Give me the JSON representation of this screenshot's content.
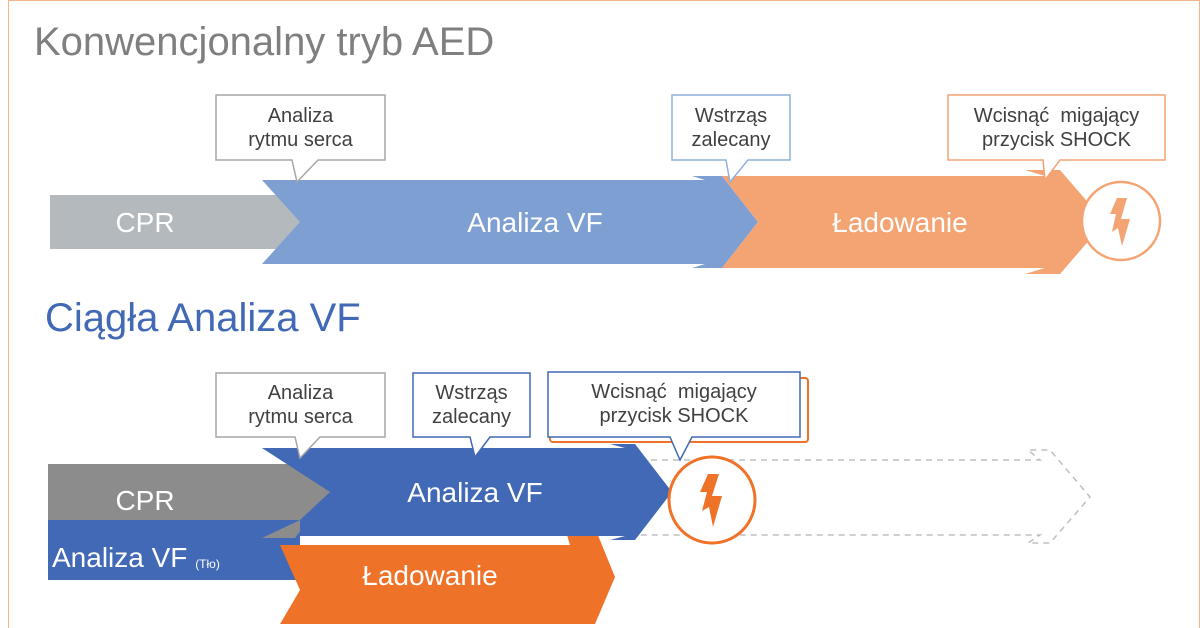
{
  "colors": {
    "gray": "#b4b9bd",
    "dark_gray": "#8c8c8c",
    "light_blue": "#7e9fd2",
    "blue": "#4169b5",
    "orange_light": "#f4a373",
    "orange": "#ef7229",
    "frame": "#f2b48a"
  },
  "conventional": {
    "title": "Konwencjonalny tryb AED",
    "cpr": "CPR",
    "analysis": "Analiza VF",
    "charging": "Ładowanie",
    "callout_analysis": [
      "Analiza",
      "rytmu serca"
    ],
    "callout_shock_advised": [
      "Wstrząs",
      "zalecany"
    ],
    "callout_press": [
      "Wcisnąć  migający",
      "przycisk SHOCK"
    ],
    "shock_icon": "lightning-bolt-icon"
  },
  "continuous": {
    "title": "Ciągła Analiza VF",
    "cpr": "CPR",
    "analysis": "Analiza VF",
    "background_analysis": "Analiza VF",
    "background_note": "(Tło)",
    "charging": "Ładowanie",
    "callout_analysis": [
      "Analiza",
      "rytmu serca"
    ],
    "callout_shock_advised": [
      "Wstrząs",
      "zalecany"
    ],
    "callout_press": [
      "Wcisnąć  migający",
      "przycisk SHOCK"
    ],
    "shock_icon": "lightning-bolt-icon"
  }
}
